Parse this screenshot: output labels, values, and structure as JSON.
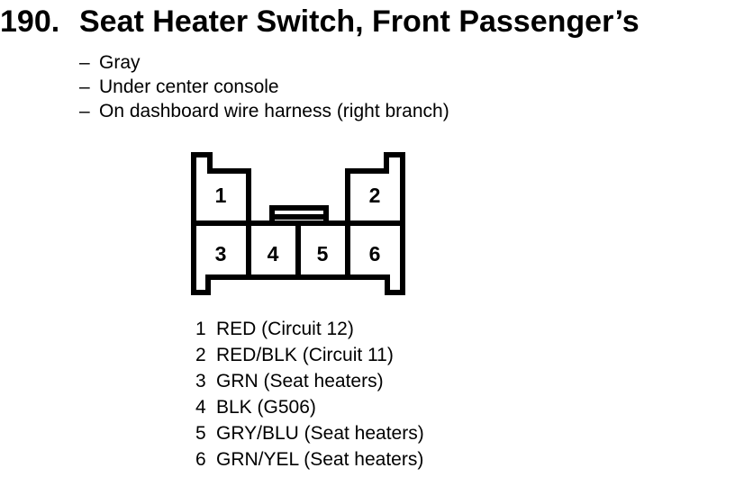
{
  "page": {
    "background_color": "#ffffff",
    "ink_color": "#000000"
  },
  "header": {
    "index_number": "190.",
    "title": "Seat Heater Switch, Front Passenger’s"
  },
  "details": {
    "dash": "–",
    "items": [
      "Gray",
      "Under center console",
      "On dashboard wire harness (right branch)"
    ]
  },
  "connector": {
    "description": "6-pin connector face view with top latch tab",
    "pins": [
      "1",
      "2",
      "3",
      "4",
      "5",
      "6"
    ]
  },
  "legend": {
    "items": [
      {
        "pin": "1",
        "wire": "RED (Circuit 12)"
      },
      {
        "pin": "2",
        "wire": "RED/BLK (Circuit 11)"
      },
      {
        "pin": "3",
        "wire": "GRN (Seat heaters)"
      },
      {
        "pin": "4",
        "wire": "BLK (G506)"
      },
      {
        "pin": "5",
        "wire": "GRY/BLU (Seat heaters)"
      },
      {
        "pin": "6",
        "wire": "GRN/YEL (Seat heaters)"
      }
    ]
  }
}
